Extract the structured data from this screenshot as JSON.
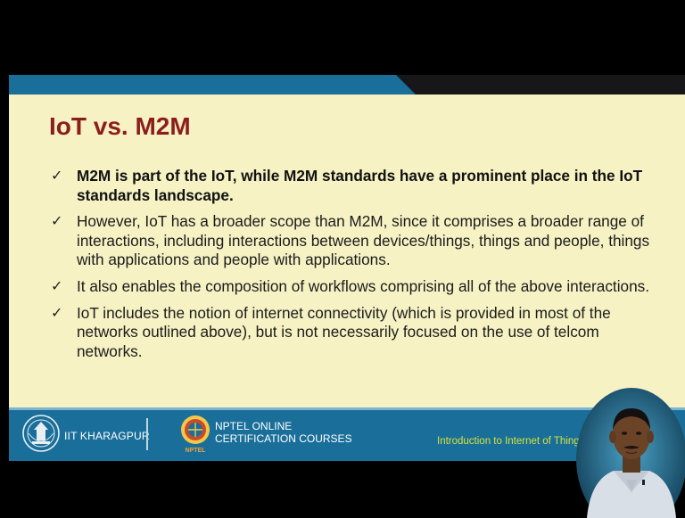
{
  "slide": {
    "title": "IoT vs. M2M",
    "bullets": [
      "M2M is part of the IoT, while M2M standards have a prominent place in the IoT standards landscape.",
      "However, IoT has a broader scope than M2M, since it comprises a broader range of interactions, including interactions between devices/things, things and people, things with applications and people with applications.",
      "It also enables the composition of workflows comprising all of the above interactions.",
      "IoT includes the notion of internet connectivity (which is provided in most of the networks outlined above), but is not necessarily focused on the use of telcom networks."
    ],
    "check_glyph": "✓"
  },
  "footer": {
    "institute": "IIT KHARAGPUR",
    "nptel_line1": "NPTEL ONLINE",
    "nptel_line2": "CERTIFICATION COURSES",
    "nptel_logo_text": "NPTEL",
    "course_title": "Introduction to Internet of Things"
  },
  "colors": {
    "title": "#8b1d1d",
    "slide_bg": "#f6f2c4",
    "blue_band": "#1a6f9a",
    "course_text": "#d6e23a"
  }
}
